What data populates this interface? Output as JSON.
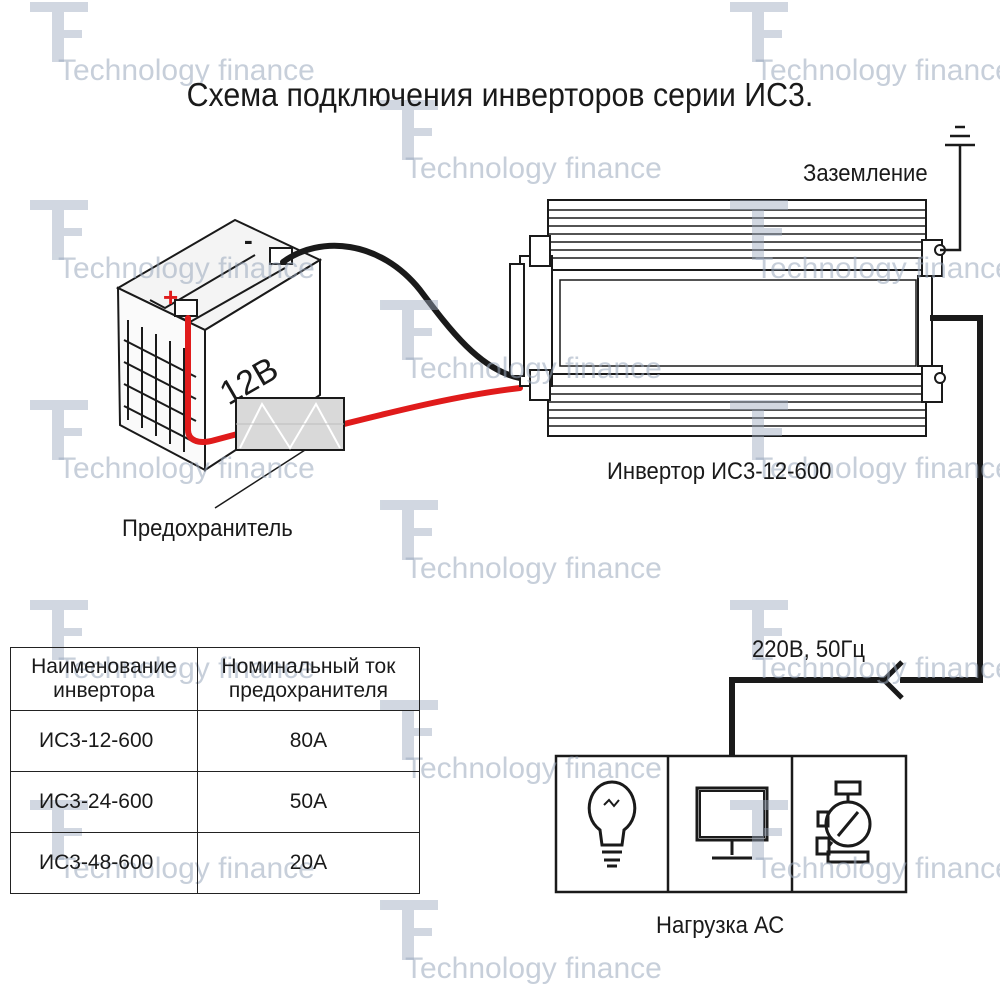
{
  "title": "Схема подключения инверторов серии ИС3.",
  "labels": {
    "ground": "Заземление",
    "inverter": "Инвертор ИС3-12-600",
    "fuse": "Предохранитель",
    "battery_voltage": "12В",
    "battery_plus": "+",
    "battery_minus": "-",
    "ac_output": "220В, 50Гц",
    "load": "Нагрузка АС"
  },
  "table": {
    "headers": [
      "Наименование инвертора",
      "Номинальный ток предохранителя"
    ],
    "rows": [
      [
        "ИС3-12-600",
        "80А"
      ],
      [
        "ИС3-24-600",
        "50А"
      ],
      [
        "ИС3-48-600",
        "20А"
      ]
    ]
  },
  "load_icons": [
    "lightbulb-icon",
    "monitor-icon",
    "pump-icon"
  ],
  "watermark": "Technology finance",
  "colors": {
    "positive_wire": "#e01b1b",
    "negative_wire": "#1a1a1a",
    "watermark": "#9aa8bd"
  }
}
